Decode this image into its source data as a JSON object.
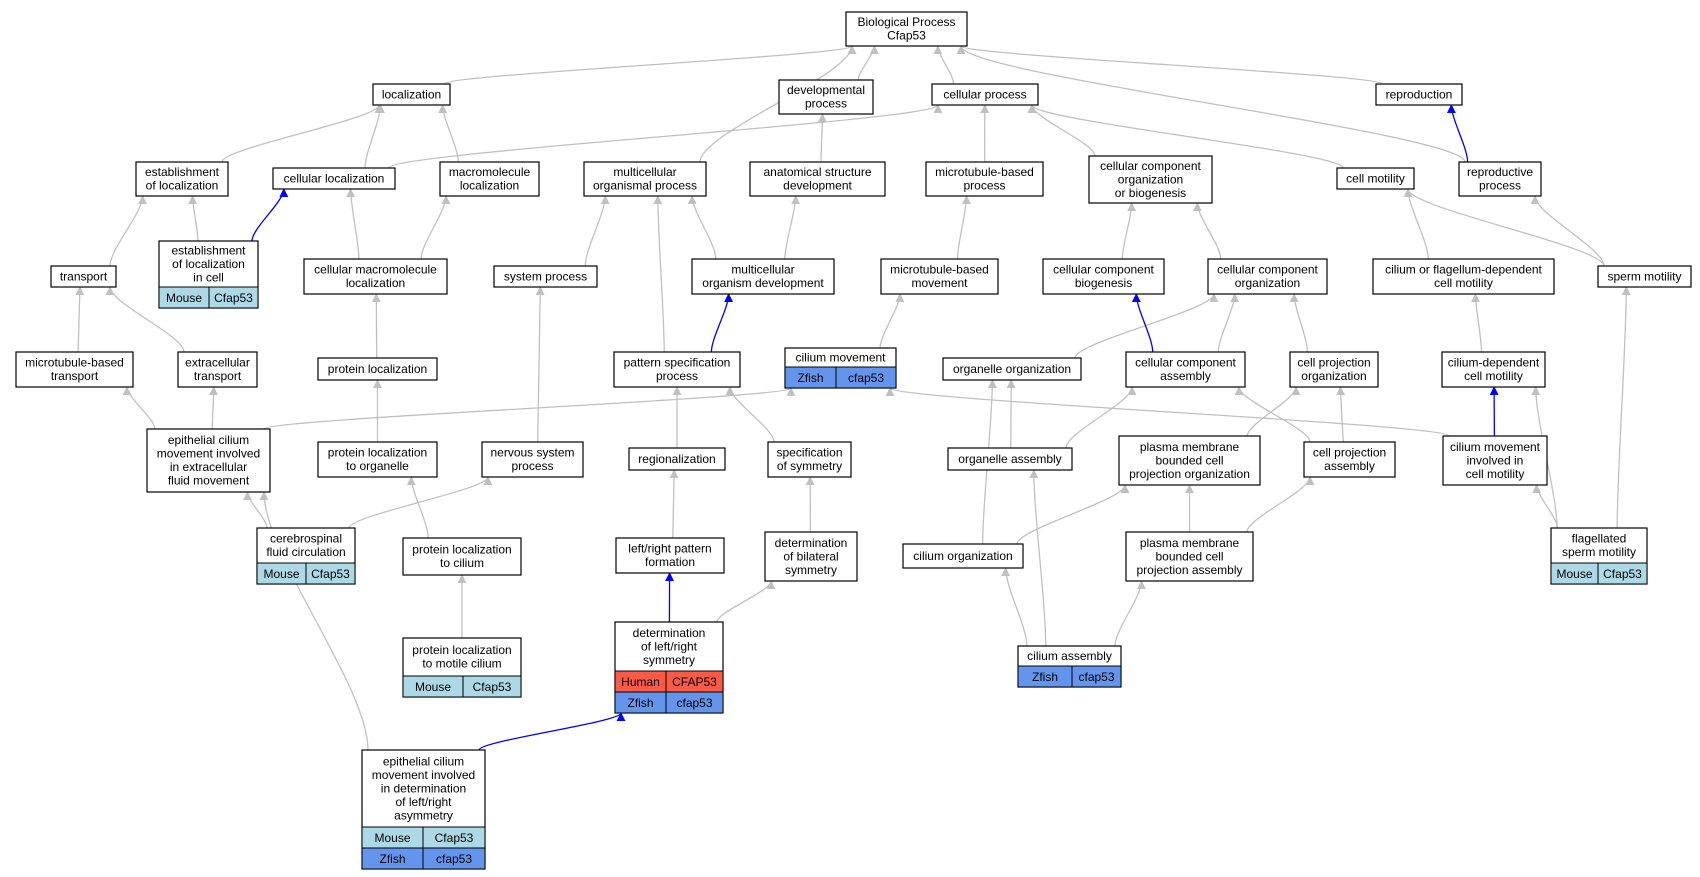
{
  "colors": {
    "edge_default": "#c0c0c0",
    "edge_highlight": "#0000ff",
    "mouse": "#add8e6",
    "zfish": "#6495ed",
    "human": "#fa5a46",
    "node_fill": "#ffffff",
    "node_border": "#000000"
  },
  "nodes": [
    {
      "id": "bp",
      "lines": [
        "Biological Process",
        "Cfap53"
      ]
    },
    {
      "id": "loc",
      "lines": [
        "localization"
      ]
    },
    {
      "id": "devproc",
      "lines": [
        "developmental",
        "process"
      ]
    },
    {
      "id": "cellproc",
      "lines": [
        "cellular process"
      ]
    },
    {
      "id": "repro",
      "lines": [
        "reproduction"
      ]
    },
    {
      "id": "estloc",
      "lines": [
        "establishment",
        "of localization"
      ]
    },
    {
      "id": "cellloc",
      "lines": [
        "cellular localization"
      ]
    },
    {
      "id": "macroloc",
      "lines": [
        "macromolecule",
        "localization"
      ]
    },
    {
      "id": "multiproc",
      "lines": [
        "multicellular",
        "organismal process"
      ]
    },
    {
      "id": "anatdev",
      "lines": [
        "anatomical structure",
        "development"
      ]
    },
    {
      "id": "mtproc",
      "lines": [
        "microtubule-based",
        "process"
      ]
    },
    {
      "id": "ccob",
      "lines": [
        "cellular component",
        "organization",
        "or biogenesis"
      ]
    },
    {
      "id": "cellmot",
      "lines": [
        "cell motility"
      ]
    },
    {
      "id": "reproproc",
      "lines": [
        "reproductive",
        "process"
      ]
    },
    {
      "id": "transport",
      "lines": [
        "transport"
      ]
    },
    {
      "id": "estloccell",
      "lines": [
        "establishment",
        "of localization",
        "in cell"
      ],
      "genes": [
        [
          "Mouse",
          "Cfap53"
        ]
      ]
    },
    {
      "id": "cellmacroloc",
      "lines": [
        "cellular macromolecule",
        "localization"
      ]
    },
    {
      "id": "sysproc",
      "lines": [
        "system process"
      ]
    },
    {
      "id": "multidev",
      "lines": [
        "multicellular",
        "organism development"
      ]
    },
    {
      "id": "mtmove",
      "lines": [
        "microtubule-based",
        "movement"
      ]
    },
    {
      "id": "ccbio",
      "lines": [
        "cellular component",
        "biogenesis"
      ]
    },
    {
      "id": "ccorg",
      "lines": [
        "cellular component",
        "organization"
      ]
    },
    {
      "id": "flagmot",
      "lines": [
        "cilium or flagellum-dependent",
        "cell motility"
      ]
    },
    {
      "id": "spermmot",
      "lines": [
        "sperm motility"
      ]
    },
    {
      "id": "mttrans",
      "lines": [
        "microtubule-based",
        "transport"
      ]
    },
    {
      "id": "extrans",
      "lines": [
        "extracellular",
        "transport"
      ]
    },
    {
      "id": "protloc",
      "lines": [
        "protein localization"
      ]
    },
    {
      "id": "patspec",
      "lines": [
        "pattern specification",
        "process"
      ]
    },
    {
      "id": "cilmove",
      "lines": [
        "cilium movement"
      ],
      "genes": [
        [
          "Zfish",
          "cfap53"
        ]
      ]
    },
    {
      "id": "orgorg",
      "lines": [
        "organelle organization"
      ]
    },
    {
      "id": "ccasm",
      "lines": [
        "cellular component",
        "assembly"
      ]
    },
    {
      "id": "cpo",
      "lines": [
        "cell projection",
        "organization"
      ]
    },
    {
      "id": "cildepmot",
      "lines": [
        "cilium-dependent",
        "cell motility"
      ]
    },
    {
      "id": "epiextra",
      "lines": [
        "epithelial cilium",
        "movement involved",
        "in extracellular",
        "fluid movement"
      ]
    },
    {
      "id": "protlocorg",
      "lines": [
        "protein localization",
        "to organelle"
      ]
    },
    {
      "id": "nervproc",
      "lines": [
        "nervous system",
        "process"
      ]
    },
    {
      "id": "regional",
      "lines": [
        "regionalization"
      ]
    },
    {
      "id": "specsym",
      "lines": [
        "specification",
        "of symmetry"
      ]
    },
    {
      "id": "orgasm",
      "lines": [
        "organelle assembly"
      ]
    },
    {
      "id": "pmbcpo",
      "lines": [
        "plasma membrane",
        "bounded cell",
        "projection organization"
      ]
    },
    {
      "id": "cpasm",
      "lines": [
        "cell projection",
        "assembly"
      ]
    },
    {
      "id": "cilmovemot",
      "lines": [
        "cilium movement",
        "involved in",
        "cell motility"
      ]
    },
    {
      "id": "csf",
      "lines": [
        "cerebrospinal",
        "fluid circulation"
      ],
      "genes": [
        [
          "Mouse",
          "Cfap53"
        ]
      ]
    },
    {
      "id": "protloccil",
      "lines": [
        "protein localization",
        "to cilium"
      ]
    },
    {
      "id": "lrpat",
      "lines": [
        "left/right pattern",
        "formation"
      ]
    },
    {
      "id": "detbil",
      "lines": [
        "determination",
        "of bilateral",
        "symmetry"
      ]
    },
    {
      "id": "cilorg",
      "lines": [
        "cilium organization"
      ]
    },
    {
      "id": "pmbcpa",
      "lines": [
        "plasma membrane",
        "bounded cell",
        "projection assembly"
      ]
    },
    {
      "id": "flagsperm",
      "lines": [
        "flagellated",
        "sperm motility"
      ],
      "genes": [
        [
          "Mouse",
          "Cfap53"
        ]
      ]
    },
    {
      "id": "protlocmot",
      "lines": [
        "protein localization",
        "to motile cilium"
      ],
      "genes": [
        [
          "Mouse",
          "Cfap53"
        ]
      ]
    },
    {
      "id": "detlr",
      "lines": [
        "determination",
        "of left/right",
        "symmetry"
      ],
      "genes": [
        [
          "Human",
          "CFAP53"
        ],
        [
          "Zfish",
          "cfap53"
        ]
      ]
    },
    {
      "id": "cilasm",
      "lines": [
        "cilium assembly"
      ],
      "genes": [
        [
          "Zfish",
          "cfap53"
        ]
      ]
    },
    {
      "id": "epilr",
      "lines": [
        "epithelial cilium",
        "movement involved",
        "in determination",
        "of left/right",
        "asymmetry"
      ],
      "genes": [
        [
          "Mouse",
          "Cfap53"
        ],
        [
          "Zfish",
          "cfap53"
        ]
      ]
    }
  ],
  "edges": [
    {
      "from": "loc",
      "to": "bp"
    },
    {
      "from": "devproc",
      "to": "bp"
    },
    {
      "from": "cellproc",
      "to": "bp"
    },
    {
      "from": "repro",
      "to": "bp"
    },
    {
      "from": "multiproc",
      "to": "bp"
    },
    {
      "from": "reproproc",
      "to": "bp"
    },
    {
      "from": "estloc",
      "to": "loc"
    },
    {
      "from": "cellloc",
      "to": "loc"
    },
    {
      "from": "macroloc",
      "to": "loc"
    },
    {
      "from": "cellloc",
      "to": "cellproc"
    },
    {
      "from": "mtproc",
      "to": "cellproc"
    },
    {
      "from": "ccob",
      "to": "cellproc"
    },
    {
      "from": "cellmot",
      "to": "cellproc"
    },
    {
      "from": "anatdev",
      "to": "devproc"
    },
    {
      "from": "reproproc",
      "to": "repro",
      "hl": true
    },
    {
      "from": "estloccell",
      "to": "estloc"
    },
    {
      "from": "estloccell",
      "to": "cellloc",
      "hl": true
    },
    {
      "from": "transport",
      "to": "estloc"
    },
    {
      "from": "cellmacroloc",
      "to": "cellloc"
    },
    {
      "from": "cellmacroloc",
      "to": "macroloc"
    },
    {
      "from": "sysproc",
      "to": "multiproc"
    },
    {
      "from": "multidev",
      "to": "multiproc"
    },
    {
      "from": "patspec",
      "to": "multiproc"
    },
    {
      "from": "multidev",
      "to": "anatdev"
    },
    {
      "from": "mtmove",
      "to": "mtproc"
    },
    {
      "from": "ccbio",
      "to": "ccob"
    },
    {
      "from": "ccorg",
      "to": "ccob"
    },
    {
      "from": "flagmot",
      "to": "cellmot"
    },
    {
      "from": "spermmot",
      "to": "cellmot"
    },
    {
      "from": "spermmot",
      "to": "reproproc"
    },
    {
      "from": "mttrans",
      "to": "transport"
    },
    {
      "from": "extrans",
      "to": "transport"
    },
    {
      "from": "protloc",
      "to": "cellmacroloc"
    },
    {
      "from": "nervproc",
      "to": "sysproc"
    },
    {
      "from": "patspec",
      "to": "multidev",
      "hl": true
    },
    {
      "from": "cilmove",
      "to": "mtmove"
    },
    {
      "from": "orgorg",
      "to": "ccorg"
    },
    {
      "from": "ccasm",
      "to": "ccorg"
    },
    {
      "from": "cpo",
      "to": "ccorg"
    },
    {
      "from": "ccasm",
      "to": "ccbio",
      "hl": true
    },
    {
      "from": "cildepmot",
      "to": "flagmot"
    },
    {
      "from": "epiextra",
      "to": "mttrans"
    },
    {
      "from": "epiextra",
      "to": "extrans"
    },
    {
      "from": "epiextra",
      "to": "cilmove"
    },
    {
      "from": "protlocorg",
      "to": "protloc"
    },
    {
      "from": "regional",
      "to": "patspec"
    },
    {
      "from": "specsym",
      "to": "patspec"
    },
    {
      "from": "orgasm",
      "to": "orgorg"
    },
    {
      "from": "orgasm",
      "to": "ccasm"
    },
    {
      "from": "pmbcpo",
      "to": "cpo"
    },
    {
      "from": "cpasm",
      "to": "cpo"
    },
    {
      "from": "cpasm",
      "to": "ccasm"
    },
    {
      "from": "cilmovemot",
      "to": "cilmove"
    },
    {
      "from": "cilmovemot",
      "to": "cildepmot",
      "hl": true
    },
    {
      "from": "csf",
      "to": "epiextra"
    },
    {
      "from": "csf",
      "to": "nervproc"
    },
    {
      "from": "protloccil",
      "to": "protlocorg"
    },
    {
      "from": "lrpat",
      "to": "regional"
    },
    {
      "from": "detbil",
      "to": "specsym"
    },
    {
      "from": "cilorg",
      "to": "orgorg"
    },
    {
      "from": "cilorg",
      "to": "pmbcpo"
    },
    {
      "from": "pmbcpa",
      "to": "pmbcpo"
    },
    {
      "from": "pmbcpa",
      "to": "cpasm"
    },
    {
      "from": "flagsperm",
      "to": "cilmovemot"
    },
    {
      "from": "flagsperm",
      "to": "cildepmot"
    },
    {
      "from": "flagsperm",
      "to": "spermmot"
    },
    {
      "from": "protlocmot",
      "to": "protloccil"
    },
    {
      "from": "detlr",
      "to": "lrpat",
      "hl": true
    },
    {
      "from": "detlr",
      "to": "detbil"
    },
    {
      "from": "cilasm",
      "to": "cilorg"
    },
    {
      "from": "cilasm",
      "to": "orgasm"
    },
    {
      "from": "cilasm",
      "to": "pmbcpa"
    },
    {
      "from": "epilr",
      "to": "epiextra"
    },
    {
      "from": "epilr",
      "to": "detlr",
      "hl": true
    }
  ]
}
